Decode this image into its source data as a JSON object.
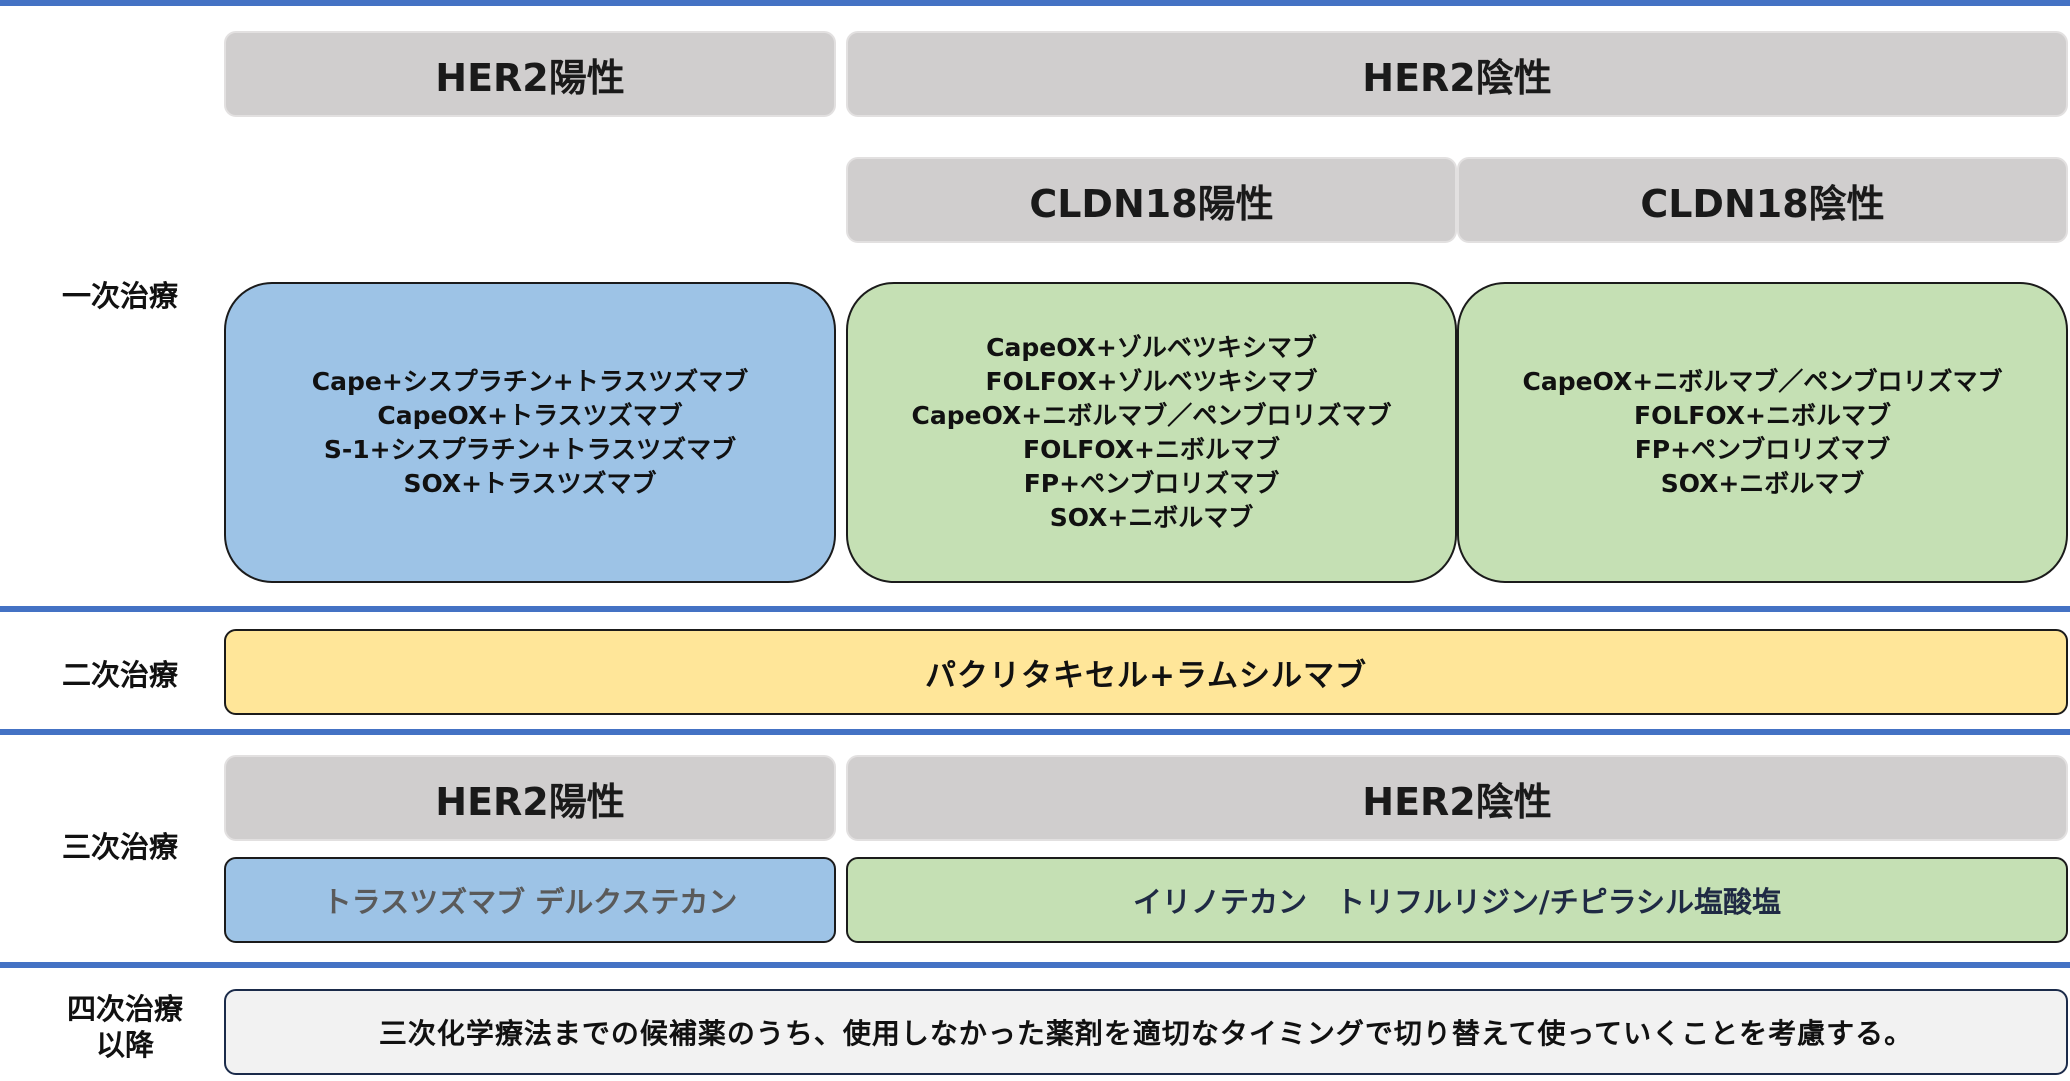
{
  "rows": {
    "first_line": "一次治療",
    "second_line": "二次治療",
    "third_line": "三次治療",
    "fourth_line": [
      "四次治療",
      "以降"
    ]
  },
  "headers": {
    "her2_positive": "HER2陽性",
    "her2_negative": "HER2陰性",
    "cldn18_positive": "CLDN18陽性",
    "cldn18_negative": "CLDN18陰性",
    "third_her2_positive": "HER2陽性",
    "third_her2_negative": "HER2陰性"
  },
  "first_line": {
    "her2_positive": [
      "Cape+シスプラチン+トラスツズマブ",
      "CapeOX+トラスツズマブ",
      "S-1+シスプラチン+トラスツズマブ",
      "SOX+トラスツズマブ"
    ],
    "cldn18_positive": [
      "CapeOX+ゾルベツキシマブ",
      "FOLFOX+ゾルベツキシマブ",
      "CapeOX+ニボルマブ／ペンブロリズマブ",
      "FOLFOX+ニボルマブ",
      "FP+ペンブロリズマブ",
      "SOX+ニボルマブ"
    ],
    "cldn18_negative": [
      "CapeOX+ニボルマブ／ペンブロリズマブ",
      "FOLFOX+ニボルマブ",
      "FP+ペンブロリズマブ",
      "SOX+ニボルマブ"
    ]
  },
  "second_line": {
    "all": "パクリタキセル+ラムシルマブ"
  },
  "third_line": {
    "her2_positive": "トラスツズマブ デルクステカン",
    "her2_negative": "イリノテカン　トリフルリジン/チピラシル塩酸塩"
  },
  "fourth_line": {
    "all": "三次化学療法までの候補薬のうち、使用しなかった薬剤を適切なタイミングで切り替えて使っていくことを考慮する。"
  },
  "colors": {
    "rule": "#4472C4",
    "header": "#D0CECE",
    "her2_positive_box": "#9DC3E6",
    "her2_negative_box": "#C5E0B4",
    "second_line_box": "#FFE699",
    "fourth_line_box": "#F2F2F2"
  }
}
